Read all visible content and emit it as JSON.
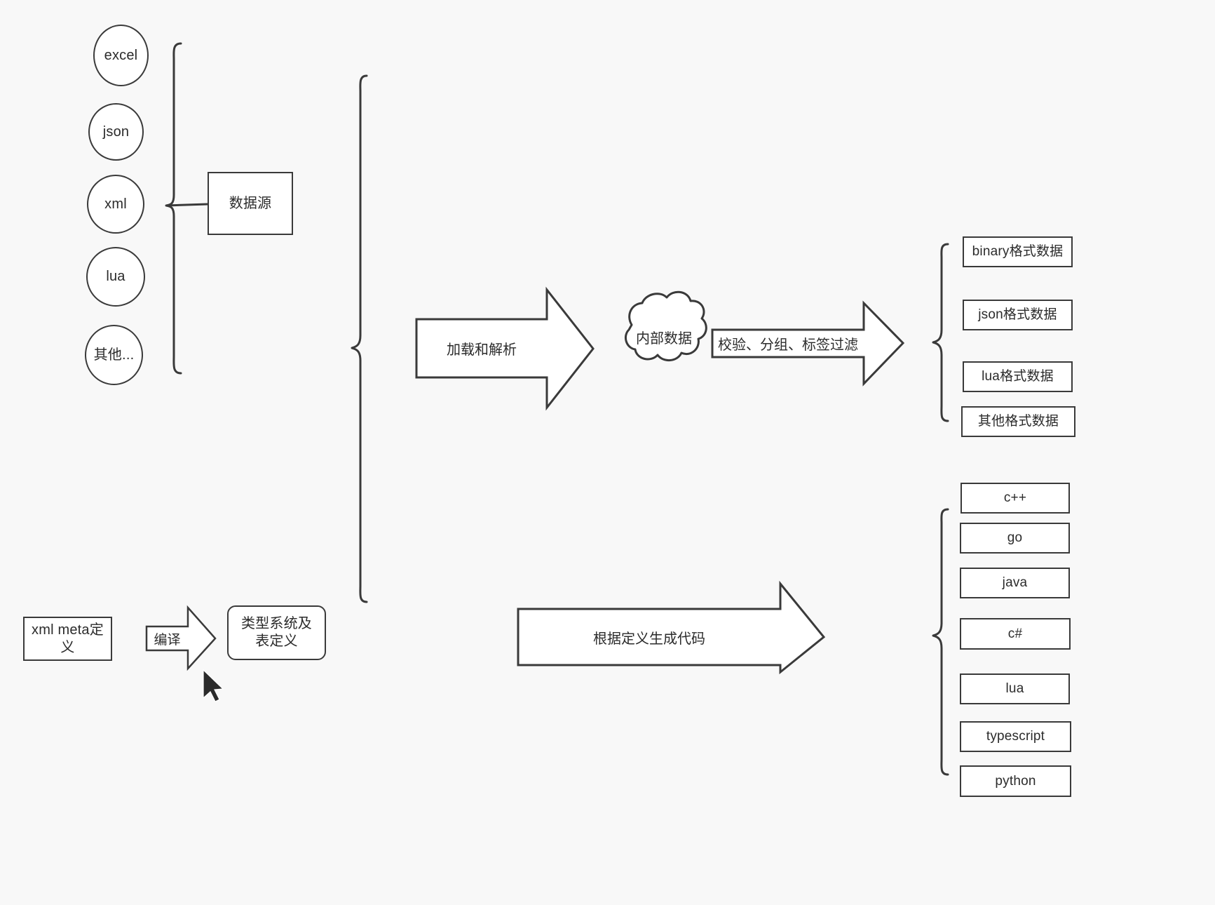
{
  "diagram": {
    "title": "data pipeline and code generation flow",
    "background_color": "#f8f8f8",
    "stroke_color": "#3a3a3a",
    "fill_color": "#ffffff",
    "text_color": "#2b2b2b"
  },
  "sources": {
    "group_label": "数据源",
    "items": [
      {
        "label": "excel"
      },
      {
        "label": "json"
      },
      {
        "label": "xml"
      },
      {
        "label": "lua"
      },
      {
        "label": "其他..."
      }
    ]
  },
  "meta": {
    "definition_box": "xml meta定义",
    "compile_arrow": "编译",
    "type_system_box": "类型系统及表定义"
  },
  "pipeline": {
    "load_parse_arrow": "加载和解析",
    "internal_data_cloud": "内部数据",
    "validate_group_filter_arrow": "校验、分组、标签过滤",
    "generate_code_arrow": "根据定义生成代码"
  },
  "outputs": {
    "data_formats": [
      {
        "label": "binary格式数据"
      },
      {
        "label": "json格式数据"
      },
      {
        "label": "lua格式数据"
      },
      {
        "label": "其他格式数据"
      }
    ],
    "languages": [
      {
        "label": "c++"
      },
      {
        "label": "go"
      },
      {
        "label": "java"
      },
      {
        "label": "c#"
      },
      {
        "label": "lua"
      },
      {
        "label": "typescript"
      },
      {
        "label": "python"
      }
    ]
  }
}
